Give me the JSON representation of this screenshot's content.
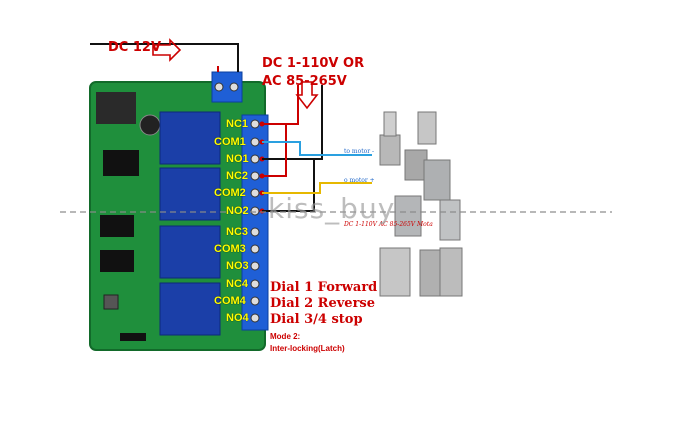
{
  "labels": {
    "dc12v": "DC 12V",
    "dc_range_1": "DC 1-110V OR",
    "dc_range_2": "AC 85-265V",
    "terminals": [
      "NC1",
      "COM1",
      "NO1",
      "NC2",
      "COM2",
      "NO2",
      "NC3",
      "COM3",
      "NO3",
      "NC4",
      "COM4",
      "NO4"
    ],
    "dial1": "Dial 1 Forward",
    "dial2": "Dial 2 Reverse",
    "dial3": "Dial 3/4 stop",
    "mode_title": "Mode 2:",
    "mode_text": "Inter-locking(Latch)",
    "motor_minus": "to motor -",
    "motor_plus": "o motor +",
    "motor_caption": "DC 1-110V  AC 85-265V Mota",
    "watermark": "kiss_buy"
  },
  "colors": {
    "pcb": "#1f8f3c",
    "terminal_block": "#1f5fd6",
    "relay": "#1b3fa8",
    "wire_red": "#cc0000",
    "wire_cyan": "#2aa0e0",
    "wire_yellow": "#e6b800",
    "wire_black": "#111111"
  },
  "icons": [
    "arrow-right-icon",
    "arrow-down-icon",
    "motor-icon"
  ]
}
